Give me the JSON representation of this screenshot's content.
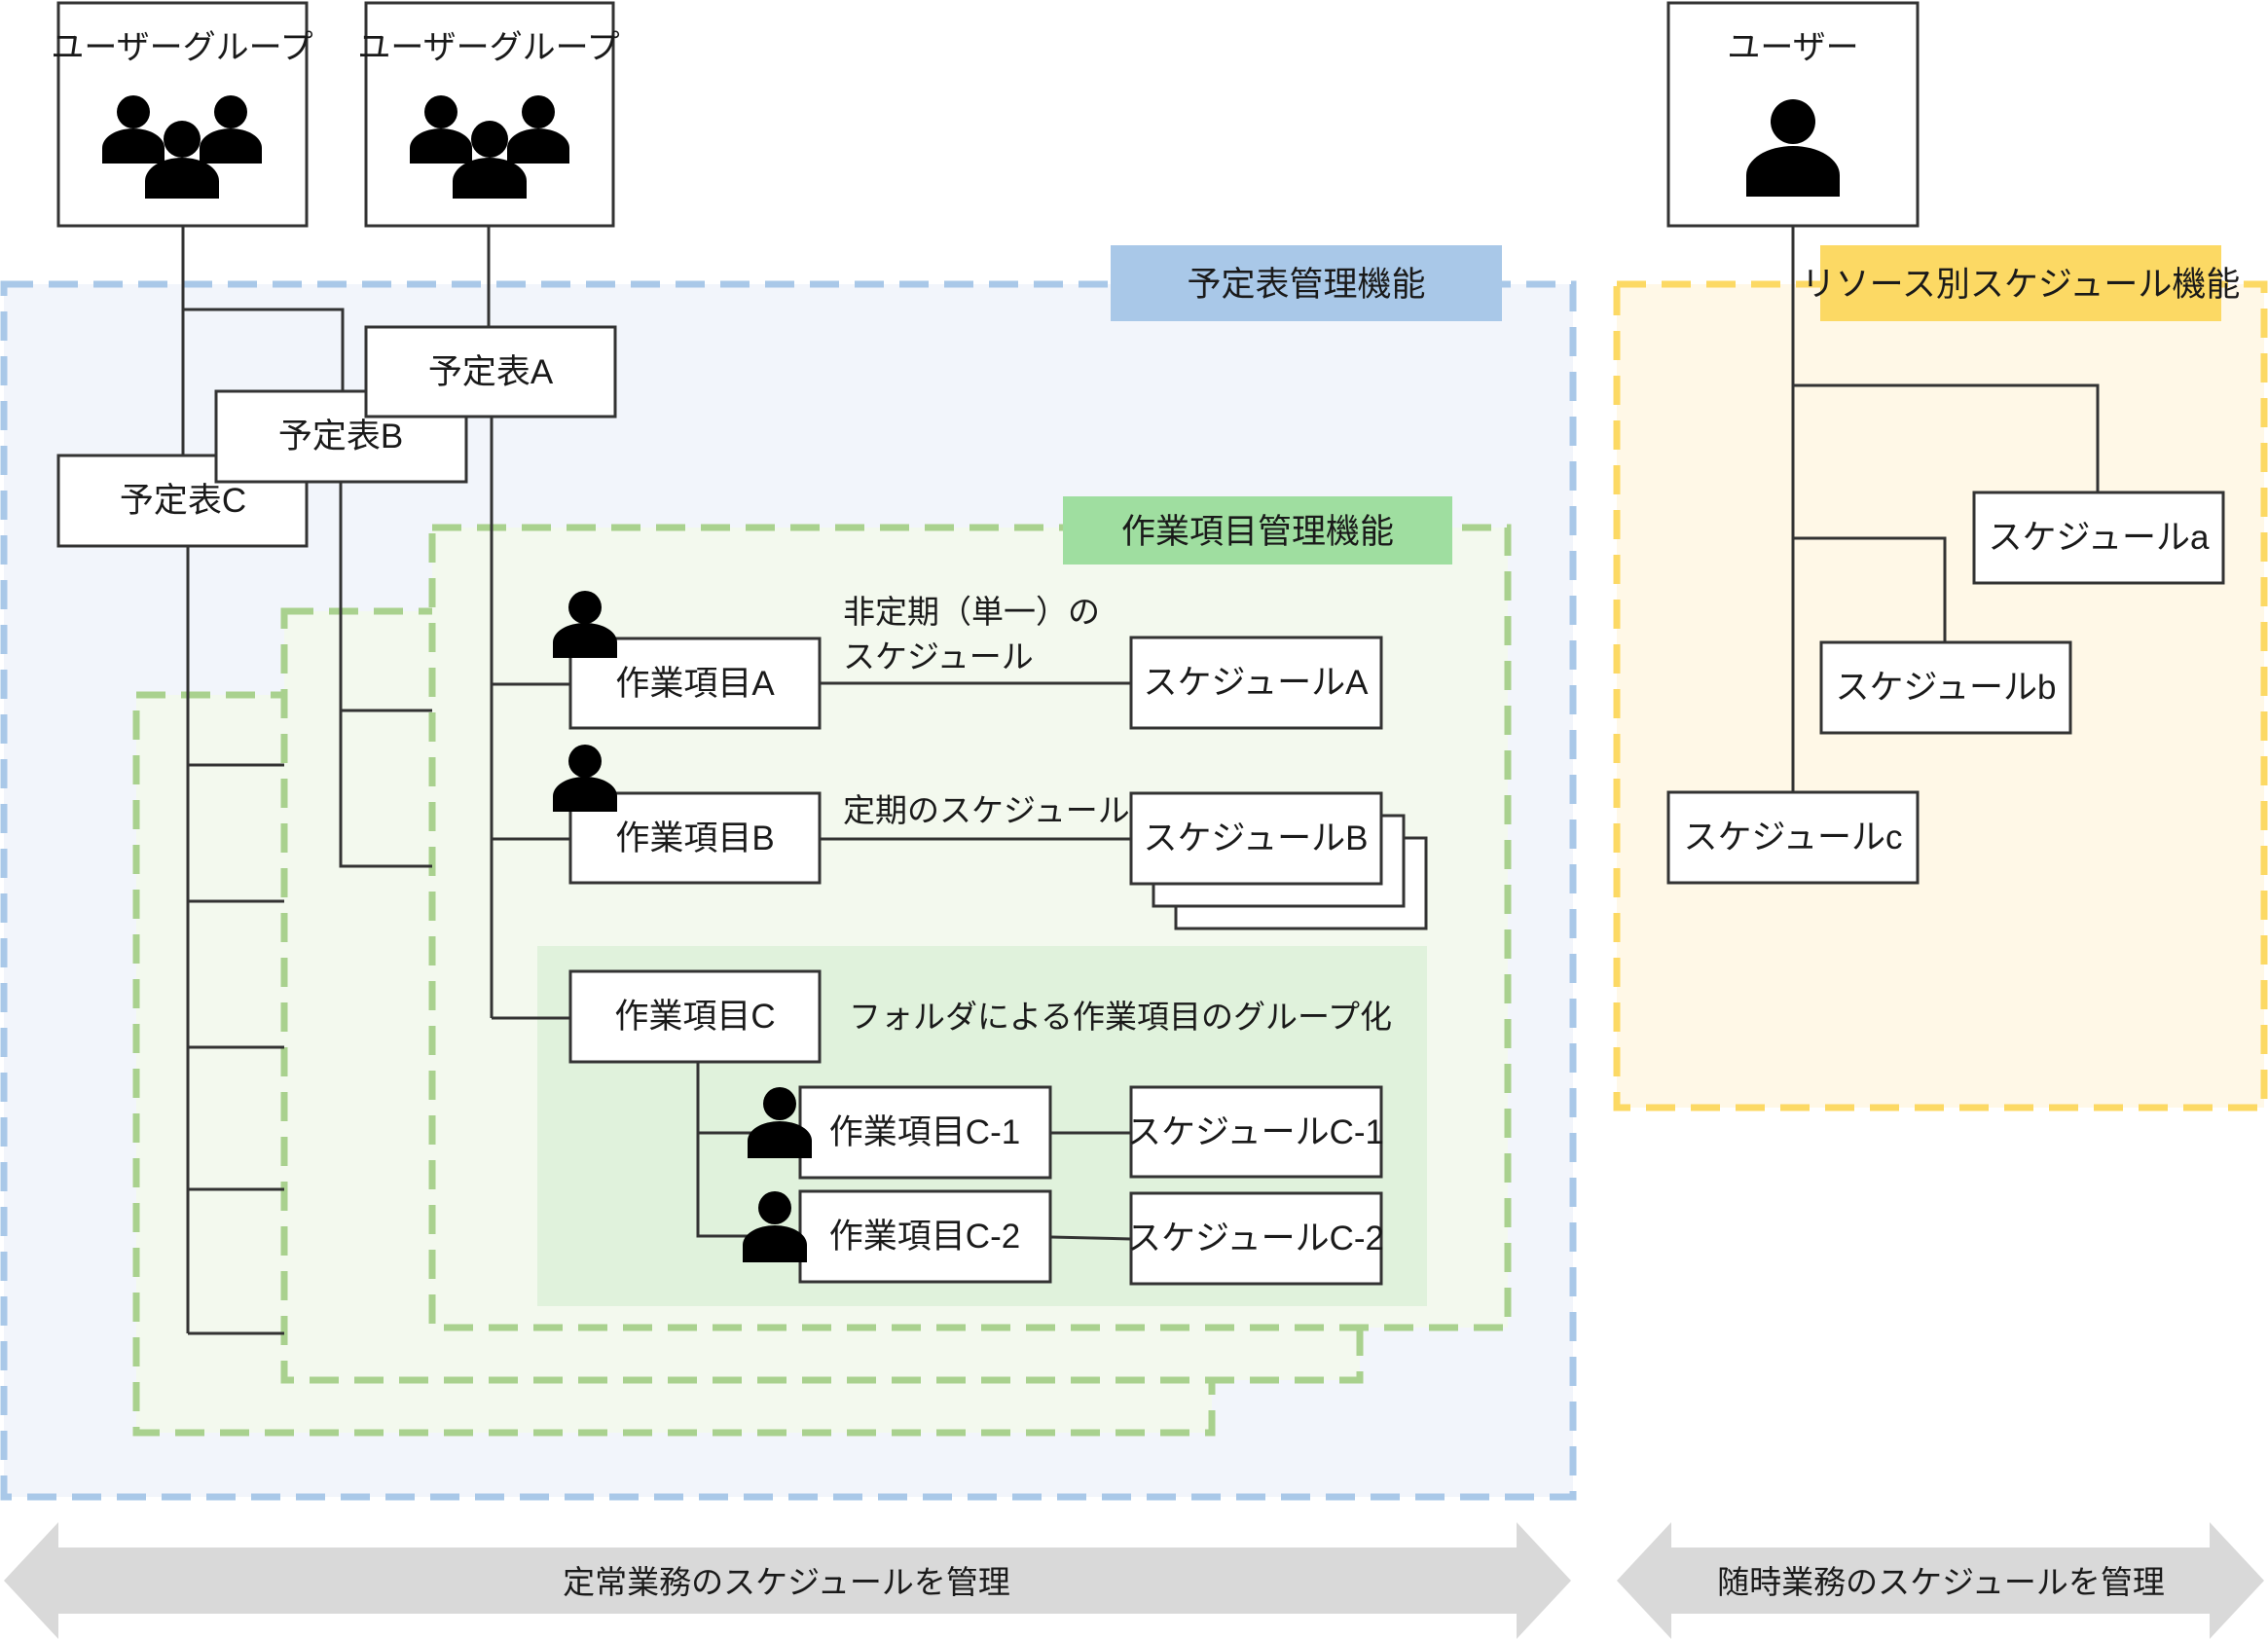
{
  "colors": {
    "blue_area_fill": "#f2f5fb",
    "blue_area_border": "#a9c8e8",
    "blue_label_bg": "#a9c8e8",
    "green_area_fill": "#f3f9ee",
    "green_area_border": "#a9d18e",
    "green_label_bg": "#9fdea0",
    "green_folder_fill": "#e0f2dc",
    "yellow_area_fill": "#fff8e7",
    "yellow_area_border": "#fcd964",
    "yellow_label_bg": "#fcd964",
    "arrow_fill": "#d9d9d9"
  },
  "actors": {
    "group1_label": "ユーザーグループ",
    "group2_label": "ユーザーグループ",
    "user_label": "ユーザー",
    "group_icon": "user-group-icon",
    "user_icon": "user-icon"
  },
  "areas": {
    "schedule_table_function": "予定表管理機能",
    "work_item_function": "作業項目管理機能",
    "resource_schedule_function": "リソース別スケジュール機能"
  },
  "schedule_tables": {
    "a": "予定表A",
    "b": "予定表B",
    "c": "予定表C"
  },
  "work_items": {
    "a": "作業項目A",
    "b": "作業項目B",
    "c": "作業項目C",
    "c1": "作業項目C-1",
    "c2": "作業項目C-2"
  },
  "schedules": {
    "a": "スケジュールA",
    "b": "スケジュールB",
    "c1": "スケジュールC-1",
    "c2": "スケジュールC-2",
    "ra": "スケジュールa",
    "rb": "スケジュールb",
    "rc": "スケジュールc"
  },
  "annotations": {
    "one_time_line1": "非定期（単一）の",
    "one_time_line2": "スケジュール",
    "periodic": "定期のスケジュール",
    "folder_grouping": "フォルダによる作業項目のグループ化"
  },
  "bottom_arrows": {
    "routine": "定常業務のスケジュールを管理",
    "adhoc": "随時業務のスケジュールを管理"
  }
}
